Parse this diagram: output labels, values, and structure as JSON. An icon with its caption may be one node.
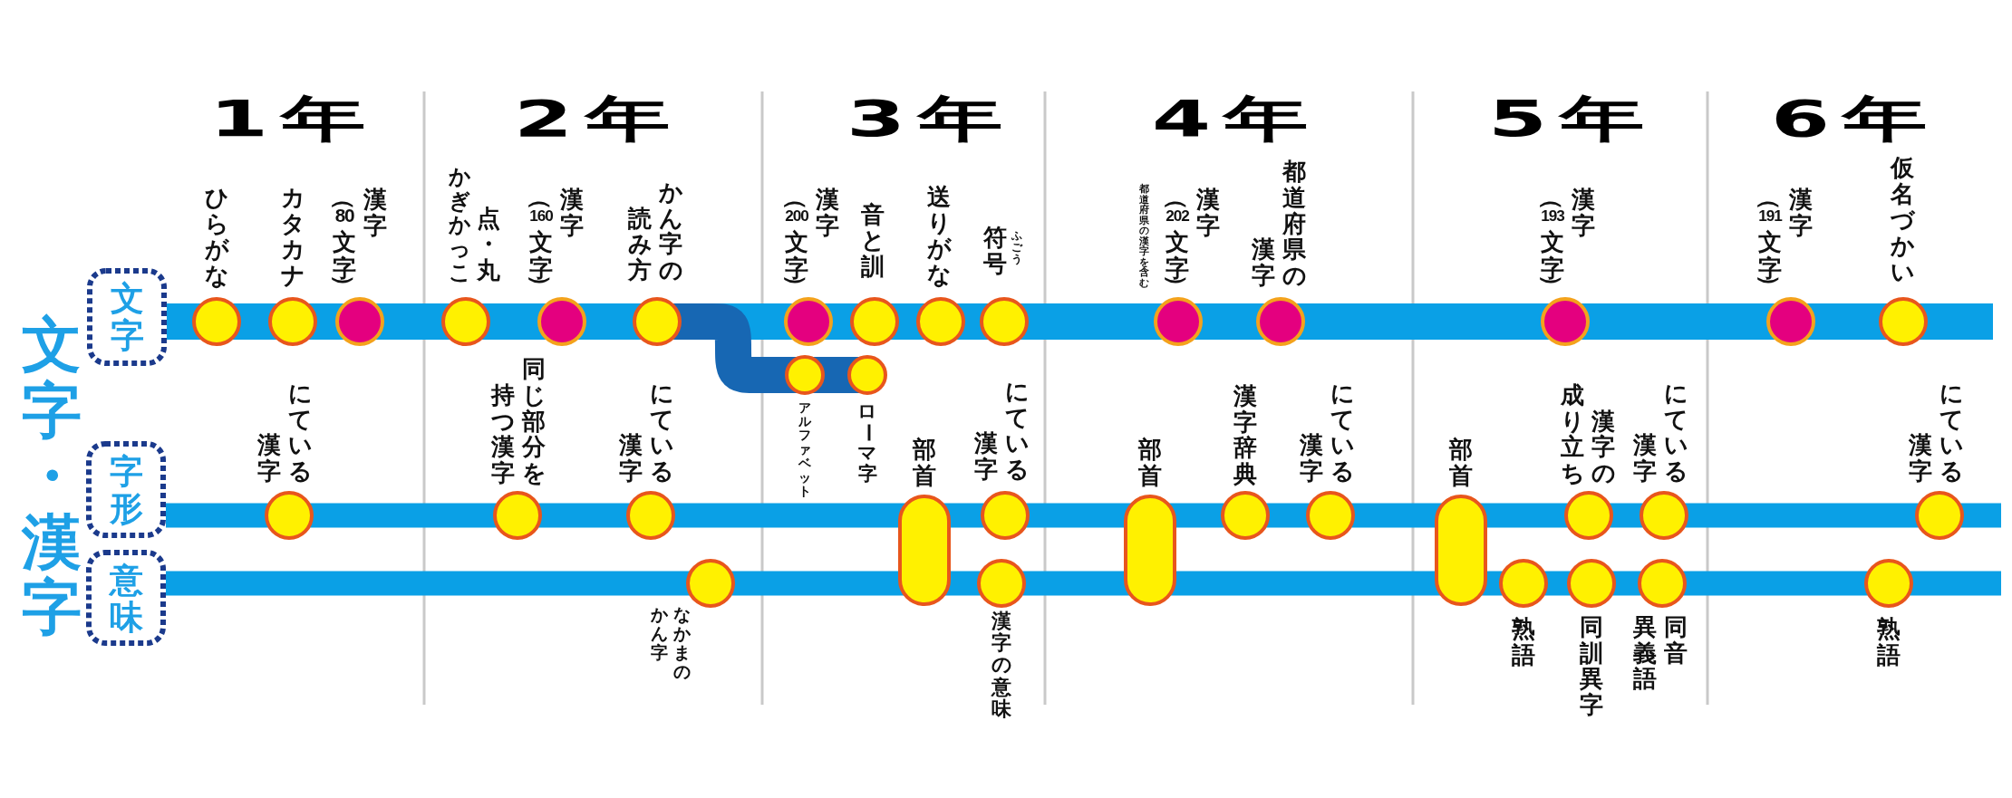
{
  "diagram": {
    "title": "文字・漢字",
    "nodes": [
      {
        "text": [
          "文字"
        ]
      },
      {
        "text": [
          "字形"
        ]
      },
      {
        "text": [
          "意味"
        ]
      },
      {
        "text": [],
        "shape": "circle",
        "beside": [
          "ひらがな"
        ]
      },
      {
        "text": [],
        "shape": "circle",
        "beside": [
          "カタカナ"
        ]
      },
      {
        "text": [],
        "shape": "circle",
        "beside": [
          "漢字",
          "（80文字）"
        ]
      },
      {
        "text": [],
        "shape": "circle",
        "beside": [
          "点・丸",
          "かぎかっこ"
        ]
      },
      {
        "text": [],
        "shape": "circle",
        "beside": [
          "漢字",
          "（160文字）"
        ]
      },
      {
        "text": [],
        "shape": "circle",
        "beside": [
          "かん字の読み方"
        ]
      },
      {
        "text": [],
        "shape": "circle",
        "beside": [
          "アルファベット"
        ]
      },
      {
        "text": [],
        "shape": "circle",
        "beside": [
          "ローマ字"
        ]
      },
      {
        "text": [],
        "shape": "circle",
        "beside": [
          "漢字",
          "（200文字）"
        ]
      },
      {
        "text": [],
        "shape": "circle",
        "beside": [
          "音と訓"
        ]
      },
      {
        "text": [],
        "shape": "circle",
        "beside": [
          "送りがな"
        ]
      },
      {
        "text": [],
        "shape": "circle",
        "beside": [
          "符号",
          "ふごう"
        ]
      },
      {
        "text": [],
        "shape": "circle",
        "beside": [
          "漢字",
          "（202文字）",
          "都道府県の漢字を含む"
        ]
      },
      {
        "text": [],
        "shape": "circle",
        "beside": [
          "都道府県の漢字"
        ]
      },
      {
        "text": [],
        "shape": "circle",
        "beside": [
          "漢字",
          "（193文字）"
        ]
      },
      {
        "text": [],
        "shape": "circle",
        "beside": [
          "漢字",
          "（191文字）"
        ]
      },
      {
        "text": [],
        "shape": "circle",
        "beside": [
          "仮名づかい"
        ]
      },
      {
        "text": [],
        "shape": "circle",
        "beside": [
          "にている漢字"
        ]
      },
      {
        "text": [],
        "shape": "circle",
        "beside": [
          "同じ部分を持つ漢字"
        ]
      },
      {
        "text": [],
        "shape": "circle",
        "beside": [
          "にている漢字"
        ]
      },
      {
        "text": [],
        "shape": "pill",
        "beside": [
          "部首"
        ]
      },
      {
        "text": [],
        "shape": "circle",
        "beside": [
          "にている漢字"
        ]
      },
      {
        "text": [],
        "shape": "pill",
        "beside": [
          "部首"
        ]
      },
      {
        "text": [],
        "shape": "circle",
        "beside": [
          "漢字辞典"
        ]
      },
      {
        "text": [],
        "shape": "circle",
        "beside": [
          "にている漢字"
        ]
      },
      {
        "text": [],
        "shape": "pill",
        "beside": [
          "部首"
        ]
      },
      {
        "text": [],
        "shape": "circle",
        "beside": [
          "漢字の成り立ち"
        ]
      },
      {
        "text": [],
        "shape": "circle",
        "beside": [
          "にている漢字"
        ]
      },
      {
        "text": [],
        "shape": "circle",
        "beside": [
          "にている漢字"
        ]
      },
      {
        "text": [],
        "shape": "circle",
        "beside": [
          "なかまのかん字"
        ]
      },
      {
        "text": [],
        "shape": "circle",
        "beside": [
          "漢字の意味"
        ]
      },
      {
        "text": [],
        "shape": "circle",
        "beside": [
          "熟語"
        ]
      },
      {
        "text": [],
        "shape": "circle",
        "beside": [
          "同訓異字"
        ]
      },
      {
        "text": [],
        "shape": "circle",
        "beside": [
          "同音異義語"
        ]
      },
      {
        "text": [],
        "shape": "circle",
        "beside": [
          "熟語"
        ]
      }
    ],
    "edges": [
      {
        "from": 0,
        "to": 3,
        "arrow": "none"
      },
      {
        "from": 3,
        "to": 4,
        "arrow": "none"
      },
      {
        "from": 4,
        "to": 5,
        "arrow": "none"
      },
      {
        "from": 5,
        "to": 6,
        "arrow": "none"
      },
      {
        "from": 6,
        "to": 7,
        "arrow": "none"
      },
      {
        "from": 7,
        "to": 8,
        "arrow": "none"
      },
      {
        "from": 8,
        "to": 11,
        "arrow": "none"
      },
      {
        "from": 11,
        "to": 12,
        "arrow": "none"
      },
      {
        "from": 12,
        "to": 13,
        "arrow": "none"
      },
      {
        "from": 13,
        "to": 14,
        "arrow": "none"
      },
      {
        "from": 14,
        "to": 15,
        "arrow": "none"
      },
      {
        "from": 15,
        "to": 16,
        "arrow": "none"
      },
      {
        "from": 16,
        "to": 17,
        "arrow": "none"
      },
      {
        "from": 17,
        "to": 18,
        "arrow": "none"
      },
      {
        "from": 18,
        "to": 19,
        "arrow": "none"
      },
      {
        "from": 19,
        "to": null,
        "arrow": "none"
      },
      {
        "from": 8,
        "to": 9,
        "arrow": "none",
        "color": "#1767b3"
      },
      {
        "from": 9,
        "to": 10,
        "arrow": "none",
        "color": "#1767b3"
      },
      {
        "from": 1,
        "to": 20,
        "arrow": "none"
      },
      {
        "from": 20,
        "to": 21,
        "arrow": "none"
      },
      {
        "from": 21,
        "to": 22,
        "arrow": "none"
      },
      {
        "from": 22,
        "to": 23,
        "arrow": "none"
      },
      {
        "from": 23,
        "to": 24,
        "arrow": "none"
      },
      {
        "from": 24,
        "to": 25,
        "arrow": "none"
      },
      {
        "from": 25,
        "to": 26,
        "arrow": "none"
      },
      {
        "from": 26,
        "to": 27,
        "arrow": "none"
      },
      {
        "from": 27,
        "to": 28,
        "arrow": "none"
      },
      {
        "from": 28,
        "to": 29,
        "arrow": "none"
      },
      {
        "from": 29,
        "to": 30,
        "arrow": "none"
      },
      {
        "from": 30,
        "to": 31,
        "arrow": "none"
      },
      {
        "from": 31,
        "to": null,
        "arrow": "none"
      },
      {
        "from": 2,
        "to": 32,
        "arrow": "none"
      },
      {
        "from": 32,
        "to": 23,
        "arrow": "none"
      },
      {
        "from": 23,
        "to": 33,
        "arrow": "none"
      },
      {
        "from": 33,
        "to": 25,
        "arrow": "none"
      },
      {
        "from": 25,
        "to": 28,
        "arrow": "none"
      },
      {
        "from": 28,
        "to": 34,
        "arrow": "none"
      },
      {
        "from": 34,
        "to": 35,
        "arrow": "none"
      },
      {
        "from": 35,
        "to": 36,
        "arrow": "none"
      },
      {
        "from": 36,
        "to": 37,
        "arrow": "none"
      },
      {
        "from": 37,
        "to": null,
        "arrow": "none"
      }
    ],
    "labels": [
      "1年",
      "2年",
      "3年",
      "4年",
      "5年",
      "6年"
    ]
  }
}
